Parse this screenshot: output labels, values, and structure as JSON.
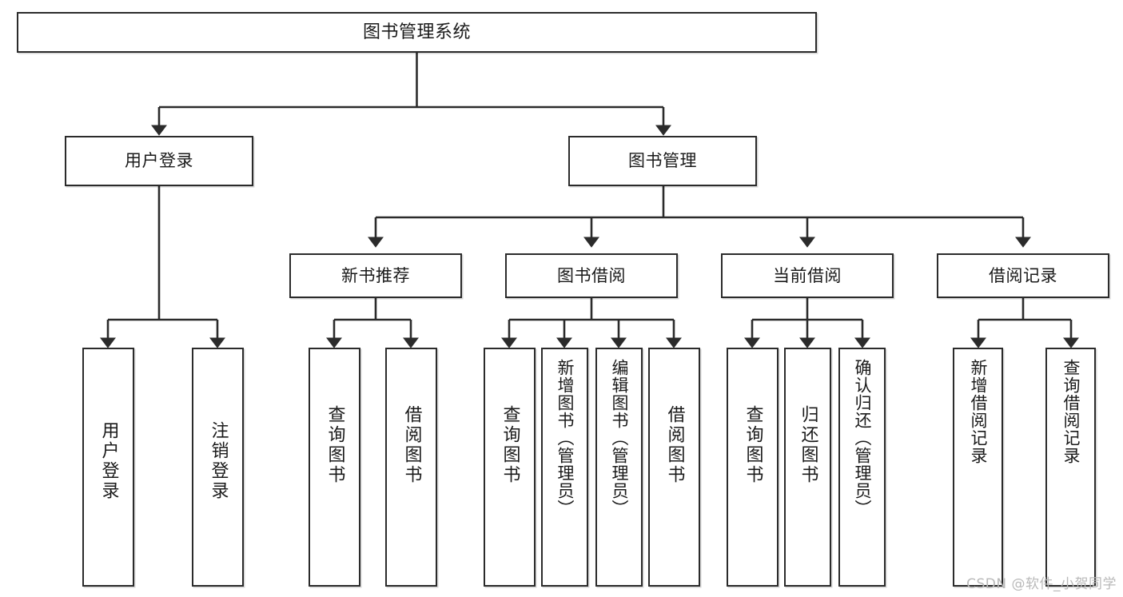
{
  "diagram": {
    "title": "图书管理系统",
    "type": "tree",
    "root": {
      "label": "图书管理系统"
    },
    "level1": [
      {
        "label": "用户登录"
      },
      {
        "label": "图书管理"
      }
    ],
    "level2": [
      {
        "label": "新书推荐"
      },
      {
        "label": "图书借阅"
      },
      {
        "label": "当前借阅"
      },
      {
        "label": "借阅记录"
      }
    ],
    "leaves": {
      "user_login": [
        {
          "label": "用户登录"
        },
        {
          "label": "注销登录"
        }
      ],
      "new_book_recommend": [
        {
          "label": "查询图书"
        },
        {
          "label": "借阅图书"
        }
      ],
      "book_borrow": [
        {
          "label": "查询图书"
        },
        {
          "label": "新增图书（管理员）"
        },
        {
          "label": "编辑图书（管理员）"
        },
        {
          "label": "借阅图书"
        }
      ],
      "current_borrow": [
        {
          "label": "查询图书"
        },
        {
          "label": "归还图书"
        },
        {
          "label": "确认归还（管理员）"
        }
      ],
      "borrow_record": [
        {
          "label": "新增借阅记录"
        },
        {
          "label": "查询借阅记录"
        }
      ]
    }
  },
  "watermark": {
    "text": "CSDN @软件_小贺同学"
  },
  "colors": {
    "stroke": "#2b2b2b",
    "fill": "#ffffff",
    "text": "#1a1a1a",
    "watermark": "#b9b9b9"
  }
}
